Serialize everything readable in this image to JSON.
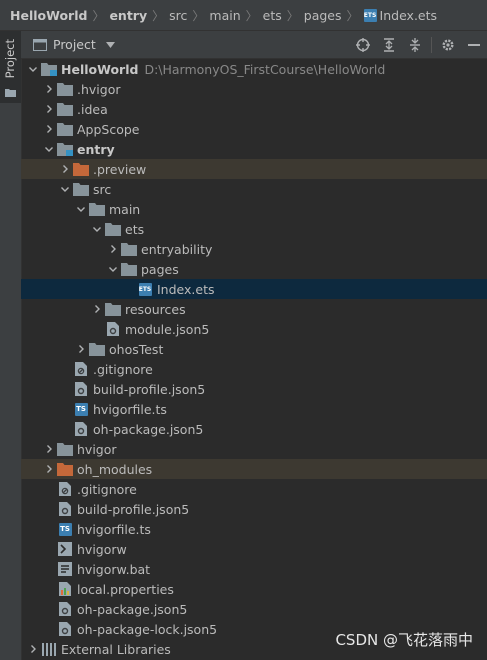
{
  "breadcrumb": {
    "items": [
      "HelloWorld",
      "entry",
      "src",
      "main",
      "ets",
      "pages",
      "Index.ets"
    ],
    "file_badge": "ETS"
  },
  "sidebar": {
    "tab_label": "Project"
  },
  "toolbar": {
    "title": "Project"
  },
  "tree": {
    "root": {
      "name": "HelloWorld",
      "path": "D:\\HarmonyOS_FirstCourse\\HelloWorld"
    },
    "items": [
      ".hvigor",
      ".idea",
      "AppScope",
      "entry",
      ".preview",
      "src",
      "main",
      "ets",
      "entryability",
      "pages",
      "Index.ets",
      "resources",
      "module.json5",
      "ohosTest",
      ".gitignore",
      "build-profile.json5",
      "hvigorfile.ts",
      "oh-package.json5",
      "hvigor",
      "oh_modules",
      ".gitignore",
      "build-profile.json5",
      "hvigorfile.ts",
      "hvigorw",
      "hvigorw.bat",
      "local.properties",
      "oh-package.json5",
      "oh-package-lock.json5",
      "External Libraries"
    ],
    "ts_badge": "TS",
    "ets_badge": "ETS"
  },
  "watermark": "CSDN @飞花落雨中",
  "colors": {
    "background": "#2b2b2b",
    "selected_row": "#0d293e",
    "excluded_row": "#3d3931",
    "folder": "#87939a",
    "excluded_folder": "#c4683a",
    "ets_badge": "#3c7fb1"
  }
}
